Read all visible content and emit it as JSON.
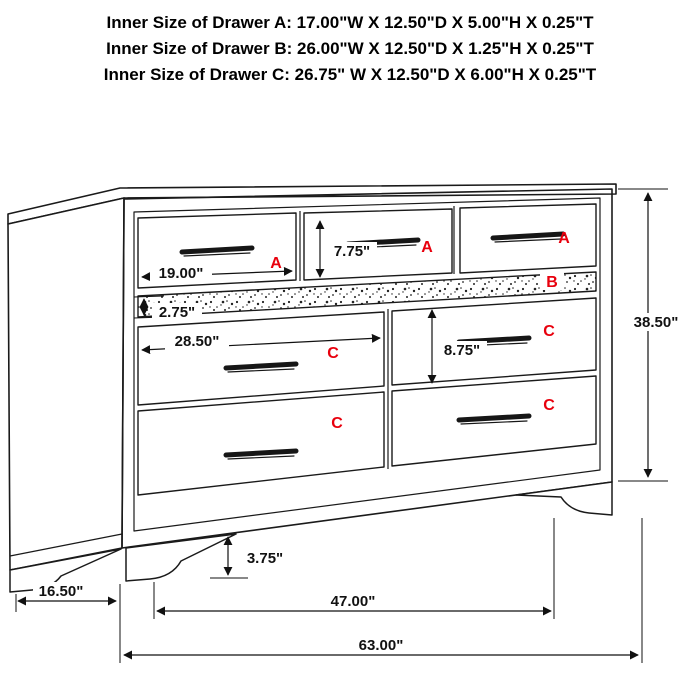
{
  "title_lines": [
    "Inner Size of Drawer A: 17.00\"W X 12.50\"D X 5.00\"H X 0.25\"T",
    "Inner Size of Drawer B: 26.00\"W X 12.50\"D X 1.25\"H X 0.25\"T",
    "Inner Size of Drawer C: 26.75\" W X 12.50\"D X 6.00\"H X 0.25\"T"
  ],
  "drawer_letters": {
    "a1": "A",
    "a2": "A",
    "a3": "A",
    "b": "B",
    "c_top_left": "C",
    "c_top_right": "C",
    "c_bottom_left": "C",
    "c_bottom_right": "C"
  },
  "dimensions": {
    "drawer_a_width": "19.00\"",
    "drawer_a_height": "7.75\"",
    "drawer_b_height": "2.75\"",
    "drawer_c_width": "28.50\"",
    "drawer_c_height": "8.75\"",
    "overall_height": "38.50\"",
    "leg_height": "3.75\"",
    "side_depth": "16.50\"",
    "drawer_span_width": "47.00\"",
    "overall_width": "63.00\""
  },
  "colors": {
    "letter_red": "#e8000d",
    "line_black": "#1a1a1a",
    "text_black": "#111111"
  }
}
